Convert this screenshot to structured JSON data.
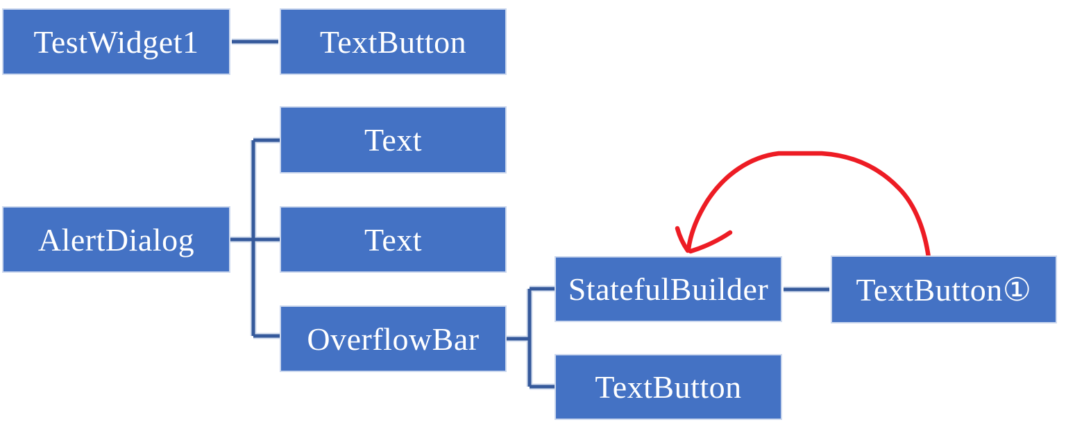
{
  "diagram": {
    "type": "widget-tree",
    "nodes": {
      "test_widget1": {
        "label": "TestWidget1"
      },
      "text_button_top": {
        "label": "TextButton"
      },
      "text_1": {
        "label": "Text"
      },
      "alert_dialog": {
        "label": "AlertDialog"
      },
      "text_2": {
        "label": "Text"
      },
      "overflow_bar": {
        "label": "OverflowBar"
      },
      "stateful_builder": {
        "label": "StatefulBuilder"
      },
      "text_button_bottom": {
        "label": "TextButton"
      },
      "text_button_circle1": {
        "label": "TextButton①"
      }
    },
    "edges": [
      {
        "from": "TestWidget1",
        "to": "TextButton"
      },
      {
        "from": "AlertDialog",
        "to": "Text"
      },
      {
        "from": "AlertDialog",
        "to": "Text"
      },
      {
        "from": "AlertDialog",
        "to": "OverflowBar"
      },
      {
        "from": "OverflowBar",
        "to": "StatefulBuilder"
      },
      {
        "from": "OverflowBar",
        "to": "TextButton"
      },
      {
        "from": "StatefulBuilder",
        "to": "TextButton①"
      }
    ],
    "annotation": {
      "shape": "hand-drawn-arrow",
      "from": "TextButton①",
      "to": "StatefulBuilder"
    },
    "colors": {
      "node_fill": "#4472c4",
      "node_text": "#ffffff",
      "connector": "#35599b",
      "arrow": "#ed1c24",
      "background": "#ffffff"
    }
  }
}
